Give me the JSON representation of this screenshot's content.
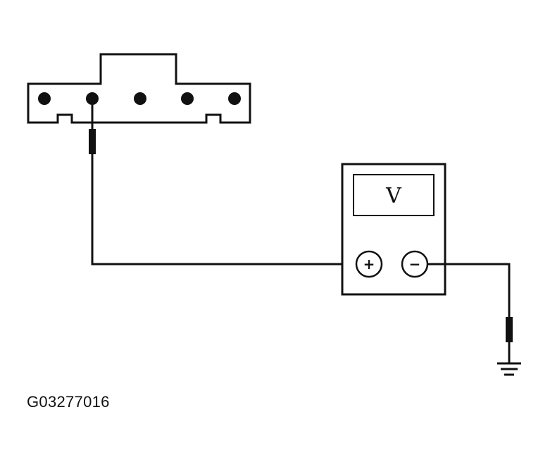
{
  "figure": {
    "id": "G03277016"
  },
  "meter": {
    "unit": "V",
    "positive": "+",
    "negative": "−"
  },
  "connector": {
    "pin_count": 5,
    "probed_pin": 2
  },
  "colors": {
    "line": "#111111",
    "background": "#ffffff"
  }
}
